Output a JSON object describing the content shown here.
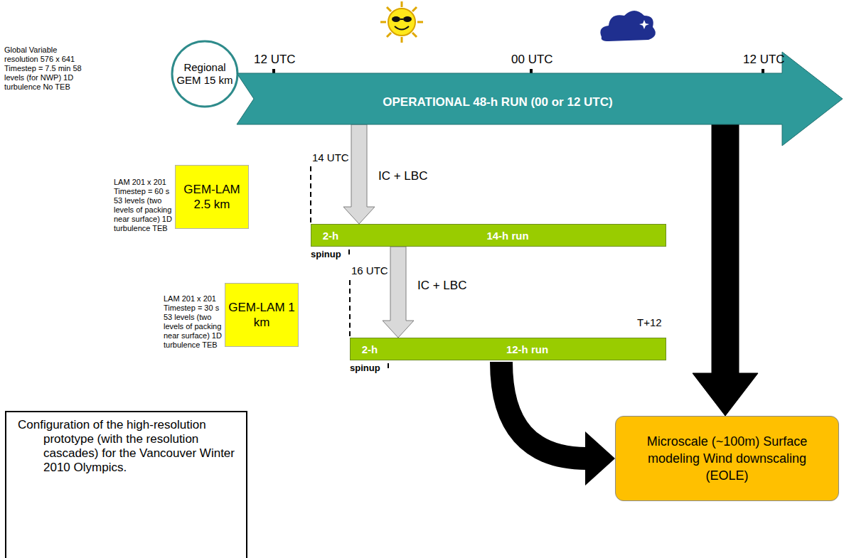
{
  "diagram": {
    "caption": "Configuration of the high-resolution prototype (with the resolution cascades) for the Vancouver Winter 2010 Olympics.",
    "nodes": [
      {
        "text": [
          "Regional GEM 15 km"
        ]
      },
      {
        "text": [
          "OPERATIONAL 48-h RUN (00 or 12 UTC)"
        ]
      },
      {
        "text": [
          "GEM-LAM 2.5 km"
        ]
      },
      {
        "text": [
          "GEM-LAM 1 km"
        ]
      },
      {
        "text": [
          "2-h",
          "14-h run"
        ]
      },
      {
        "text": [
          "2-h",
          "12-h run"
        ]
      },
      {
        "text": [
          "Microscale (~100m) Surface modeling Wind downscaling (EOLE)"
        ]
      }
    ],
    "edges": [
      {
        "from": 1,
        "to": 4,
        "label": "IC + LBC",
        "arrow": "to"
      },
      {
        "from": 4,
        "to": 5,
        "label": "IC + LBC",
        "arrow": "to"
      },
      {
        "from": 5,
        "to": 6,
        "arrow": "to"
      },
      {
        "from": 1,
        "to": 6,
        "arrow": "to"
      }
    ],
    "labels": [
      "12 UTC",
      "00 UTC",
      "12 UTC",
      "Global Variable resolution 576 x 641 Timestep = 7.5 min 58 levels (for NWP) 1D turbulence No TEB",
      "14 UTC",
      "LAM 201 x 201 Timestep = 60 s 53 levels (two levels of packing near surface) 1D turbulence TEB",
      "spinup",
      "16 UTC",
      "T+12",
      "LAM 201 x 201 Timestep = 30 s 53 levels (two levels of packing near surface) 1D turbulence TEB",
      "spinup"
    ]
  }
}
